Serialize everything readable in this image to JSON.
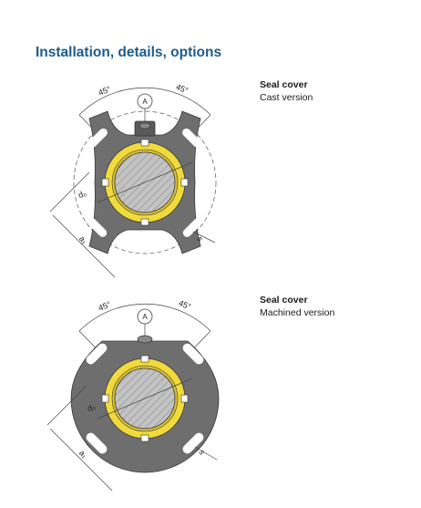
{
  "page": {
    "heading": "Installation, details, options"
  },
  "figures": [
    {
      "caption_title": "Seal cover",
      "caption_subtitle": "Cast version",
      "labels": {
        "angle_left": "45°",
        "angle_right": "45°",
        "marker": "A",
        "diameter": "d₀",
        "dim_a1": "a₁",
        "dim_s": "s"
      }
    },
    {
      "caption_title": "Seal cover",
      "caption_subtitle": "Machined version",
      "labels": {
        "angle_left": "45°",
        "angle_right": "45°",
        "marker": "A",
        "diameter": "d₀",
        "dim_a1": "a₁",
        "dim_s": "s"
      }
    }
  ],
  "colors": {
    "heading": "#1d5b8c",
    "cover_body": "#6e6e6e",
    "ring": "#f0da3c",
    "shaft": "#bfbfbf"
  }
}
